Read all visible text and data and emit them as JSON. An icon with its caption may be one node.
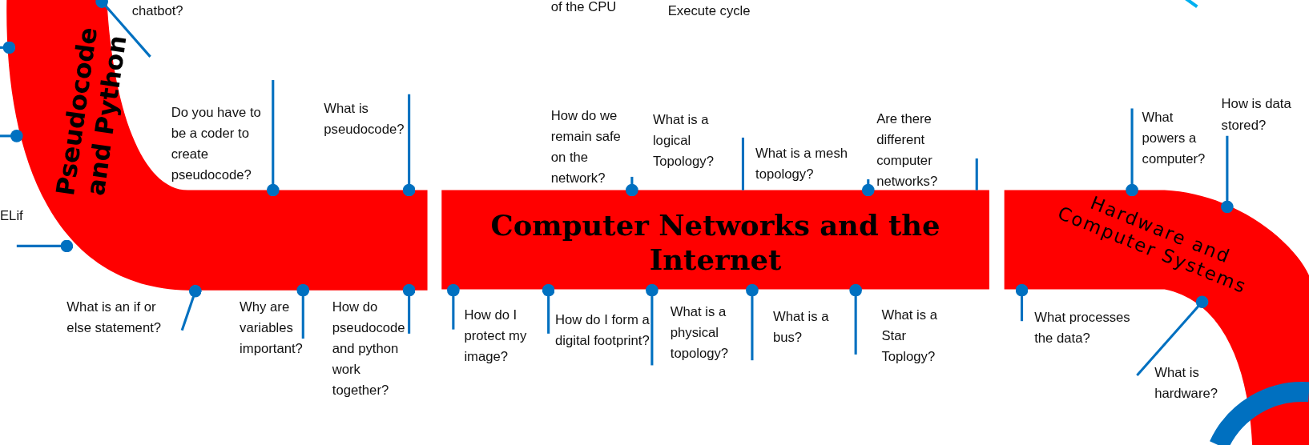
{
  "diagram": {
    "nodes": [
      {
        "text": [
          "Pseudocode and Python"
        ]
      },
      {
        "text": [
          "Computer Networks and the Internet"
        ]
      },
      {
        "text": [
          "Hardware and Computer Systems"
        ]
      },
      {
        "text": [
          "chatbot?"
        ]
      },
      {
        "text": [
          "ELif"
        ]
      },
      {
        "text": [
          "Do you have to be a coder to create pseudocode?"
        ]
      },
      {
        "text": [
          "What is pseudocode?"
        ]
      },
      {
        "text": [
          "What is an if or else statement?"
        ]
      },
      {
        "text": [
          "Why are variables important?"
        ]
      },
      {
        "text": [
          "How do pseudocode and python work together?"
        ]
      },
      {
        "text": [
          "How do we remain safe on the network?"
        ]
      },
      {
        "text": [
          "What is a logical Topology?"
        ]
      },
      {
        "text": [
          "What is a mesh topology?"
        ]
      },
      {
        "text": [
          "Are there different computer networks?"
        ]
      },
      {
        "text": [
          "How do I protect my image?"
        ]
      },
      {
        "text": [
          "How do I form a digital footprint?"
        ]
      },
      {
        "text": [
          "What is a physical topology?"
        ]
      },
      {
        "text": [
          "What is a bus?"
        ]
      },
      {
        "text": [
          "What is a Star Toplogy?"
        ]
      },
      {
        "text": [
          "What powers a computer?"
        ]
      },
      {
        "text": [
          "How is data stored?"
        ]
      },
      {
        "text": [
          "What processes the data?"
        ]
      },
      {
        "text": [
          "What is hardware?"
        ]
      }
    ],
    "edges": [
      {
        "from": null,
        "to": 0,
        "arrow": "other"
      },
      {
        "from": null,
        "to": 0,
        "arrow": "other"
      },
      {
        "from": 3,
        "to": 0,
        "arrow": "other"
      },
      {
        "from": 4,
        "to": 0,
        "arrow": "other"
      },
      {
        "from": 5,
        "to": 0,
        "arrow": "other"
      },
      {
        "from": 6,
        "to": 0,
        "arrow": "other"
      },
      {
        "from": 7,
        "to": 0,
        "arrow": "other"
      },
      {
        "from": 8,
        "to": 0,
        "arrow": "other"
      },
      {
        "from": 9,
        "to": 0,
        "arrow": "other"
      },
      {
        "from": 10,
        "to": 1,
        "arrow": "other"
      },
      {
        "from": 12,
        "to": 1,
        "arrow": "none"
      },
      {
        "from": 13,
        "to": 1,
        "arrow": "other"
      },
      {
        "from": null,
        "to": 1,
        "arrow": "none"
      },
      {
        "from": 14,
        "to": 1,
        "arrow": "other"
      },
      {
        "from": 15,
        "to": 1,
        "arrow": "other"
      },
      {
        "from": 16,
        "to": 1,
        "arrow": "other"
      },
      {
        "from": 17,
        "to": 1,
        "arrow": "other"
      },
      {
        "from": 18,
        "to": 1,
        "arrow": "other"
      },
      {
        "from": 19,
        "to": 2,
        "arrow": "other"
      },
      {
        "from": 20,
        "to": 2,
        "arrow": "other"
      },
      {
        "from": 21,
        "to": 2,
        "arrow": "other"
      },
      {
        "from": 22,
        "to": 2,
        "arrow": "other"
      }
    ],
    "labels": [
      "of the CPU",
      "Execute cycle"
    ]
  }
}
